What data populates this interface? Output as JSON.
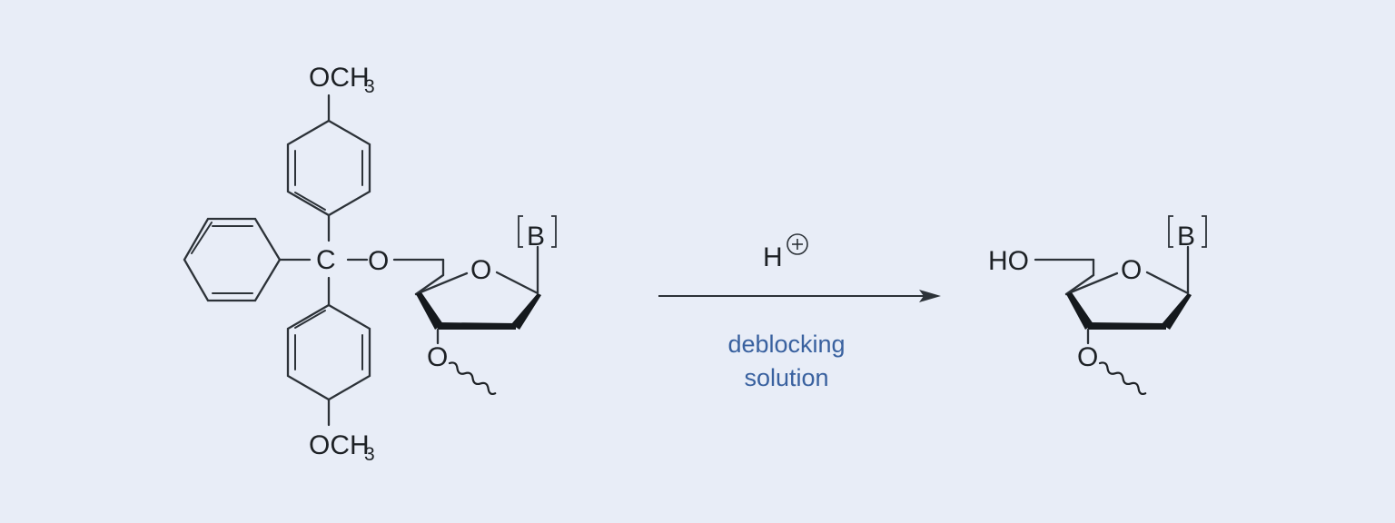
{
  "figure": {
    "kind": "chemical-reaction-scheme",
    "background_color": "#e8edf7",
    "bond_color": "#2c3238",
    "accent_color": "#39619f"
  },
  "reactant": {
    "name": "5'-O-(4,4'-dimethoxytrityl)-2'-deoxynucleoside",
    "labels": {
      "methoxy_top": "OCH",
      "methoxy_top_sub": "3",
      "methoxy_bottom": "OCH",
      "methoxy_bottom_sub": "3",
      "central_carbon": "C",
      "ether_oxygen": "O",
      "ring_oxygen": "O",
      "base_bracket_left": "[",
      "base": "B",
      "base_bracket_right": "]",
      "three_prime_oxygen": "O"
    }
  },
  "conditions": {
    "above_arrow": "H",
    "above_arrow_charge": "+",
    "below_arrow_line1": "deblocking",
    "below_arrow_line2": "solution",
    "arrow_direction": "right"
  },
  "product": {
    "name": "5'-OH-2'-deoxynucleoside",
    "labels": {
      "hydroxyl": "HO",
      "ring_oxygen": "O",
      "base_bracket_left": "[",
      "base": "B",
      "base_bracket_right": "]",
      "three_prime_oxygen": "O"
    }
  }
}
